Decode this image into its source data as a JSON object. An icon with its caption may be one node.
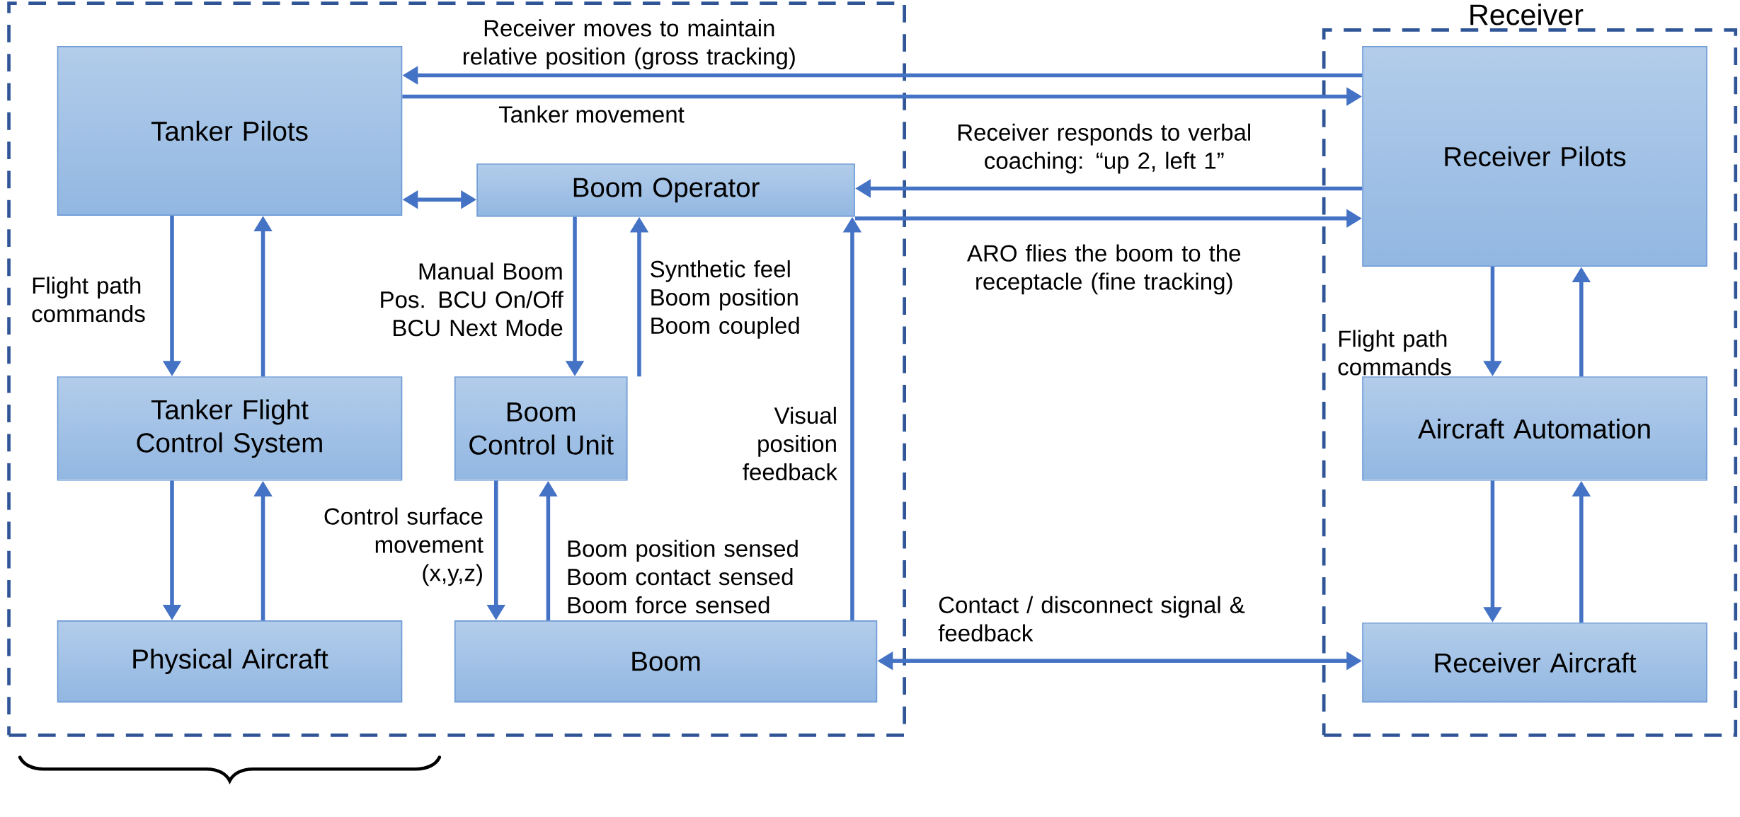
{
  "diagram": {
    "nodes": [
      {
        "text": [],
        "shape": "box"
      },
      {
        "text": [
          "Tanker Pilots"
        ],
        "in": 0
      },
      {
        "text": [
          "Boom Operator"
        ],
        "in": 0
      },
      {
        "text": [
          "Tanker Flight Control System"
        ],
        "in": 0
      },
      {
        "text": [
          "Boom Control Unit"
        ],
        "in": 0
      },
      {
        "text": [
          "Physical Aircraft"
        ],
        "in": 0
      },
      {
        "text": [
          "Boom"
        ],
        "in": 0
      },
      {
        "text": [
          "Receiver"
        ]
      },
      {
        "text": [
          "Receiver Pilots"
        ],
        "in": 7
      },
      {
        "text": [
          "Aircraft Automation"
        ],
        "in": 7
      },
      {
        "text": [
          "Receiver Aircraft"
        ],
        "in": 7
      }
    ],
    "edges": [
      {
        "from": 8,
        "to": 1,
        "arrow": "to",
        "label": "Receiver moves to maintain relative position (gross tracking)"
      },
      {
        "from": 1,
        "to": 8,
        "arrow": "to",
        "label": "Tanker movement"
      },
      {
        "from": 1,
        "to": 2,
        "arrow": "both"
      },
      {
        "from": 8,
        "to": 2,
        "arrow": "to",
        "label": "Receiver responds to verbal coaching: “up 2, left 1”"
      },
      {
        "from": 2,
        "to": 8,
        "arrow": "to",
        "label": "ARO flies the boom to the receptacle (fine tracking)"
      },
      {
        "from": 1,
        "to": 3,
        "arrow": "to",
        "label": "Flight path commands"
      },
      {
        "from": 3,
        "to": 1,
        "arrow": "to"
      },
      {
        "from": 2,
        "to": 4,
        "arrow": "to",
        "label": "Manual Boom Pos. BCU On/Off BCU Next Mode"
      },
      {
        "from": 4,
        "to": 2,
        "arrow": "to",
        "label": "Synthetic feel Boom position Boom coupled"
      },
      {
        "from": 3,
        "to": 5,
        "arrow": "to"
      },
      {
        "from": 5,
        "to": 3,
        "arrow": "to"
      },
      {
        "from": 4,
        "to": 6,
        "arrow": "to",
        "label": "Control surface movement (x,y,z)"
      },
      {
        "from": 6,
        "to": 4,
        "arrow": "to",
        "label": "Boom position sensed Boom contact sensed Boom force sensed"
      },
      {
        "from": 6,
        "to": 2,
        "arrow": "to",
        "label": "Visual position feedback"
      },
      {
        "from": 6,
        "to": 10,
        "arrow": "both",
        "label": "Contact / disconnect signal & feedback"
      },
      {
        "from": 8,
        "to": 9,
        "arrow": "to",
        "label": "Flight path commands"
      },
      {
        "from": 9,
        "to": 8,
        "arrow": "to"
      },
      {
        "from": 9,
        "to": 10,
        "arrow": "to"
      },
      {
        "from": 10,
        "to": 9,
        "arrow": "to"
      }
    ]
  }
}
